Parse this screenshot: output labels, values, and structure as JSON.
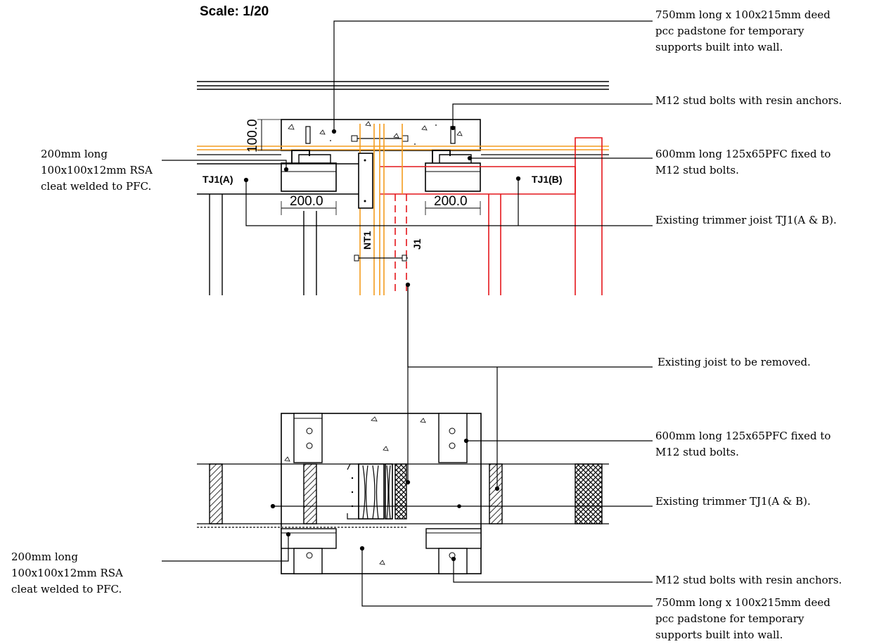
{
  "drawing": {
    "scale_label": "Scale: 1/20",
    "colors": {
      "existing": "#000000",
      "new_timber": "#f39c1e",
      "removed": "#e4161b"
    },
    "tags": {
      "tj1a": "TJ1(A)",
      "tj1b": "TJ1(B)",
      "nt1": "NT1",
      "j1": "J1"
    },
    "dimensions": {
      "padstone_height": "100.0",
      "cleat_left": "200.0",
      "cleat_right": "200.0"
    },
    "section_notes": {
      "padstone": [
        "750mm long x 100x215mm deed",
        "pcc padstone for temporary",
        "supports built into wall."
      ],
      "stud_bolts": [
        "M12 stud bolts with resin anchors."
      ],
      "pfc": [
        "600mm long 125x65PFC fixed to",
        "M12 stud bolts."
      ],
      "trimmer_joist": [
        "Existing trimmer joist TJ1(A & B)."
      ],
      "rsa_cleat": [
        "200mm long",
        "100x100x12mm RSA",
        "cleat welded to PFC."
      ]
    },
    "plan_notes": {
      "joist_removed": [
        "Existing joist to be removed."
      ],
      "pfc": [
        "600mm long 125x65PFC fixed to",
        "M12 stud bolts."
      ],
      "trimmer": [
        "Existing trimmer TJ1(A & B)."
      ],
      "rsa_cleat": [
        "200mm long",
        "100x100x12mm RSA",
        "cleat welded to PFC."
      ],
      "stud_bolts": [
        "M12 stud bolts with resin anchors."
      ],
      "padstone": [
        "750mm long x 100x215mm deed",
        "pcc padstone for temporary",
        "supports built into wall."
      ]
    }
  }
}
